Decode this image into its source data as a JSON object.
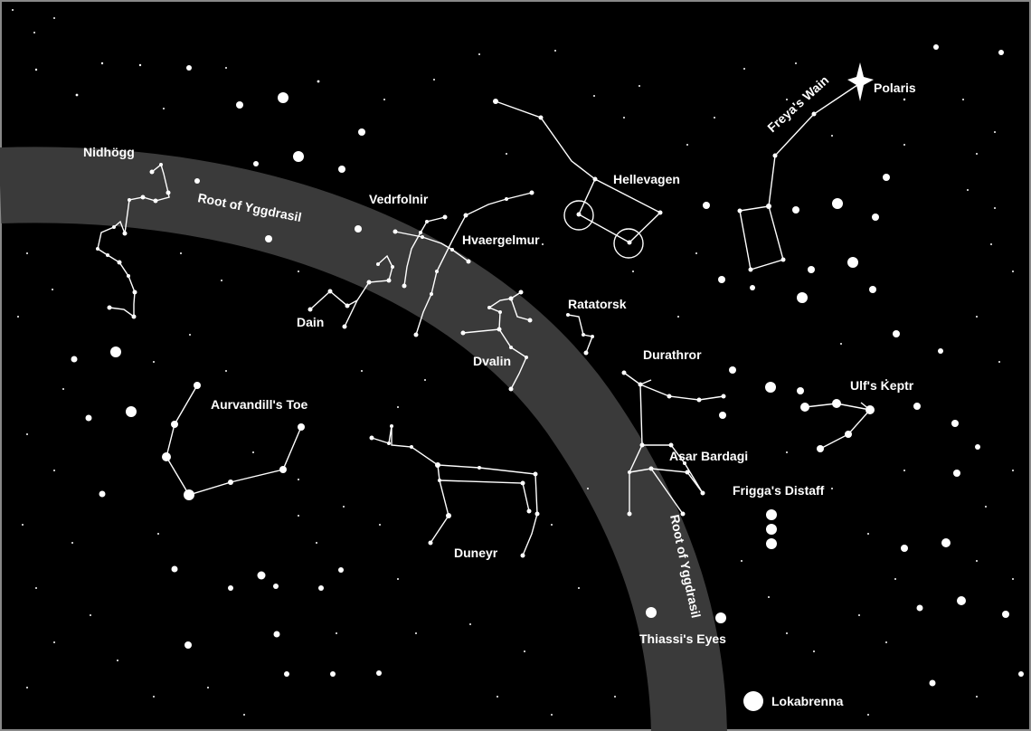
{
  "colors": {
    "sky": "#000000",
    "band": "#3a3a3a",
    "stars": "#ffffff",
    "border": "#888888"
  },
  "labels": {
    "nidhogg": "Nidhögg",
    "vedrfolnir": "Vedrfolnir",
    "hvaergelmur": "Hvaergelmur",
    "hellevagen": "Hellevagen",
    "freyas_wain": "Freya's Wain",
    "polaris": "Polaris",
    "dain": "Dain",
    "ratatorsk": "Ratatorsk",
    "dvalin": "Dvalin",
    "durathror": "Durathror",
    "ulfs_keptr": "Ulf's Keptr",
    "aurvandills_toe": "Aurvandill's Toe",
    "asar_bardagi": "Asar Bardagi",
    "friggas_distaff": "Frigga's Distaff",
    "duneyr": "Duneyr",
    "thiassis_eyes": "Thiassi's Eyes",
    "lokabrenna": "Lokabrenna",
    "root_upper": "Root of Yggdrasil",
    "root_lower": "Root of Yggdrasil"
  }
}
